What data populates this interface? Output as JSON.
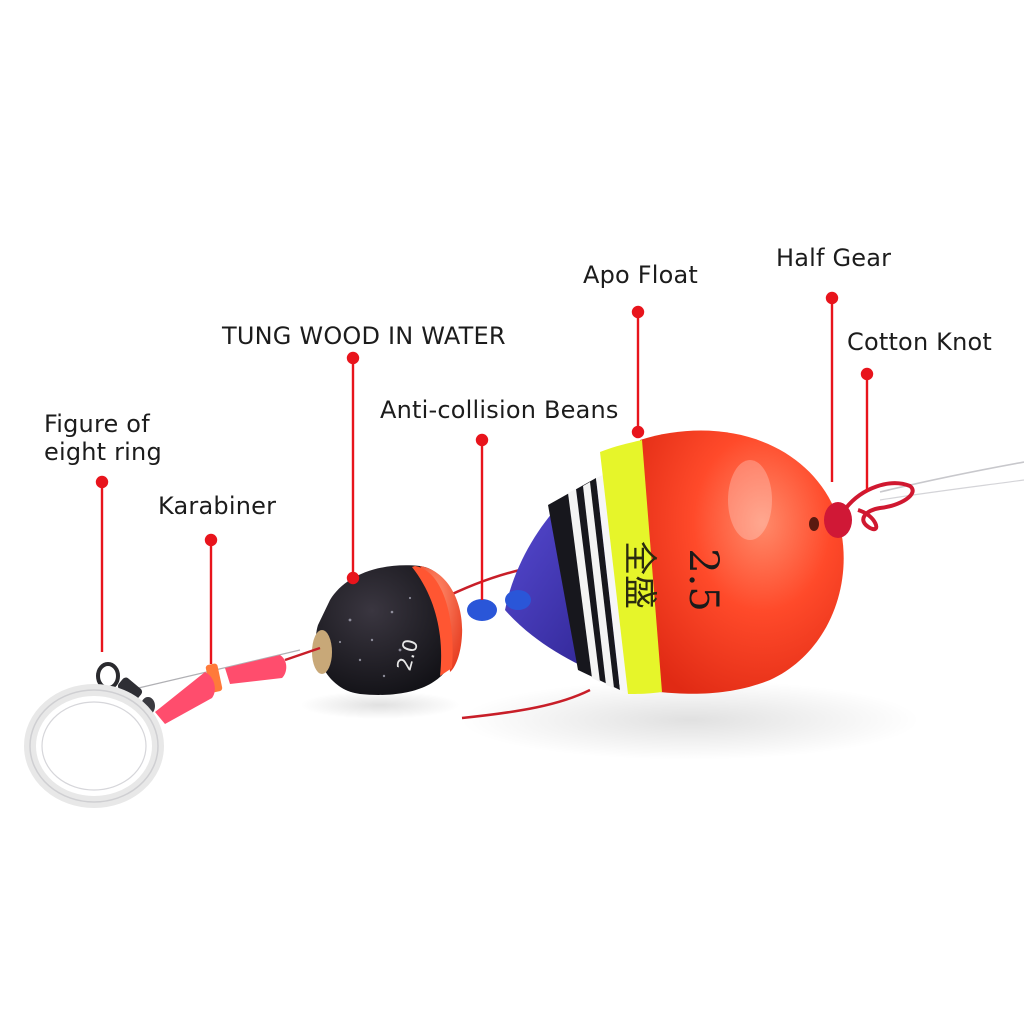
{
  "labels": {
    "figure_of_eight_ring": "Figure of eight ring",
    "karabiner": "Karabiner",
    "tung_wood_in_water": "TUNG WOOD IN WATER",
    "anti_collision_beans": "Anti-collision Beans",
    "apo_float": "Apo Float",
    "half_gear": "Half Gear",
    "cotton_knot": "Cotton Knot"
  },
  "float_markings": {
    "brand_glyphs": "全盛",
    "size": "2.5",
    "small_size": "2.0"
  },
  "colors": {
    "leader_line": "#e8141c",
    "float_orange": "#ff4a2a",
    "float_yellow": "#e6f52a",
    "float_blue": "#3a2ea8",
    "float_black": "#16161c",
    "bead_blue": "#2a56d8",
    "cord_red": "#c81e28",
    "stopper_pink": "#ff4d6d"
  }
}
